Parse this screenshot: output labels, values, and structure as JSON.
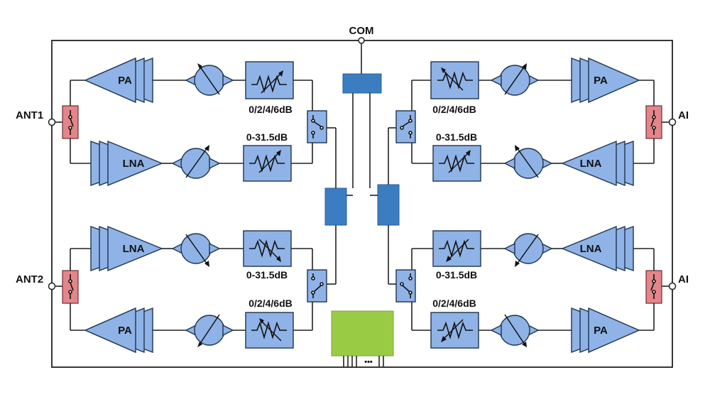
{
  "diagram": {
    "com_label": "COM",
    "ports": [
      {
        "id": "ant1",
        "label": "ANT1"
      },
      {
        "id": "ant2",
        "label": "ANT2"
      },
      {
        "id": "ant3",
        "label": "AI"
      },
      {
        "id": "ant4",
        "label": "AI"
      }
    ],
    "attenuators": {
      "tx_steps": "0/2/4/6dB",
      "rx_range": "0-31.5dB"
    },
    "amplifiers": {
      "pa": "PA",
      "lna": "LNA"
    },
    "control_pins_label": "•••",
    "colors": {
      "amplifier": "#8fb3e6",
      "switch": "#e3858a",
      "filter": "#3c7dc2",
      "control": "#99cc44"
    }
  }
}
